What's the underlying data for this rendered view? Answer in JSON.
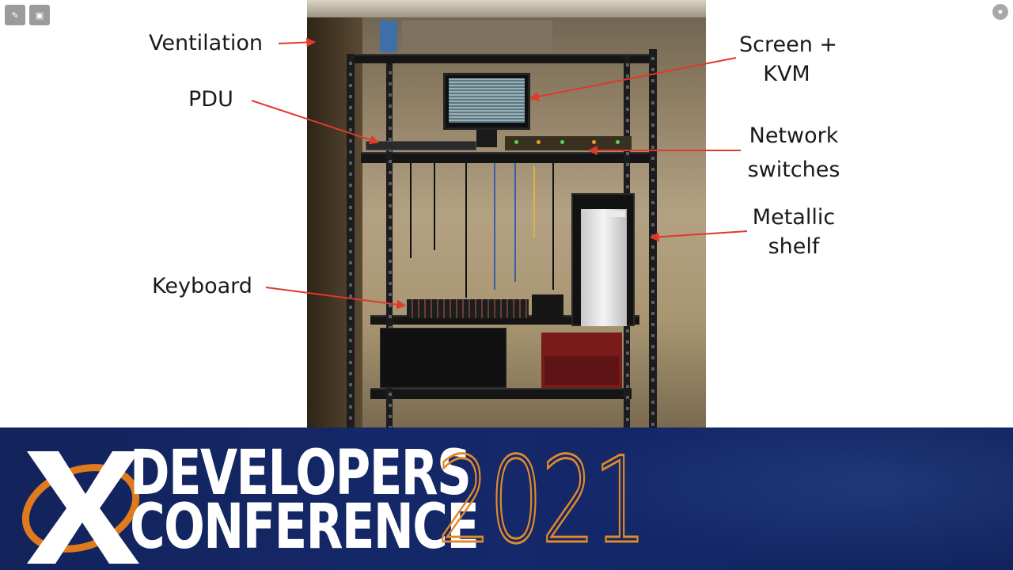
{
  "slide": {
    "labels": {
      "ventilation": "Ventilation",
      "pdu": "PDU",
      "keyboard": "Keyboard",
      "screen_kvm_line1": "Screen +",
      "screen_kvm_line2": "KVM",
      "network_line1": "Network",
      "network_line2": "switches",
      "shelf_line1": "Metallic",
      "shelf_line2": "shelf"
    },
    "arrow_color": "#e0392b"
  },
  "banner": {
    "line1": "DEVELOPERS",
    "line2": "CONFERENCE",
    "year": "2021",
    "background_color": "#13245c",
    "year_color": "#e08a2a",
    "logo_icon": "x-logo-icon"
  },
  "controls": {
    "top_left_icons": [
      "pen-icon",
      "layout-icon"
    ],
    "top_right_icon": "user-avatar-icon"
  }
}
